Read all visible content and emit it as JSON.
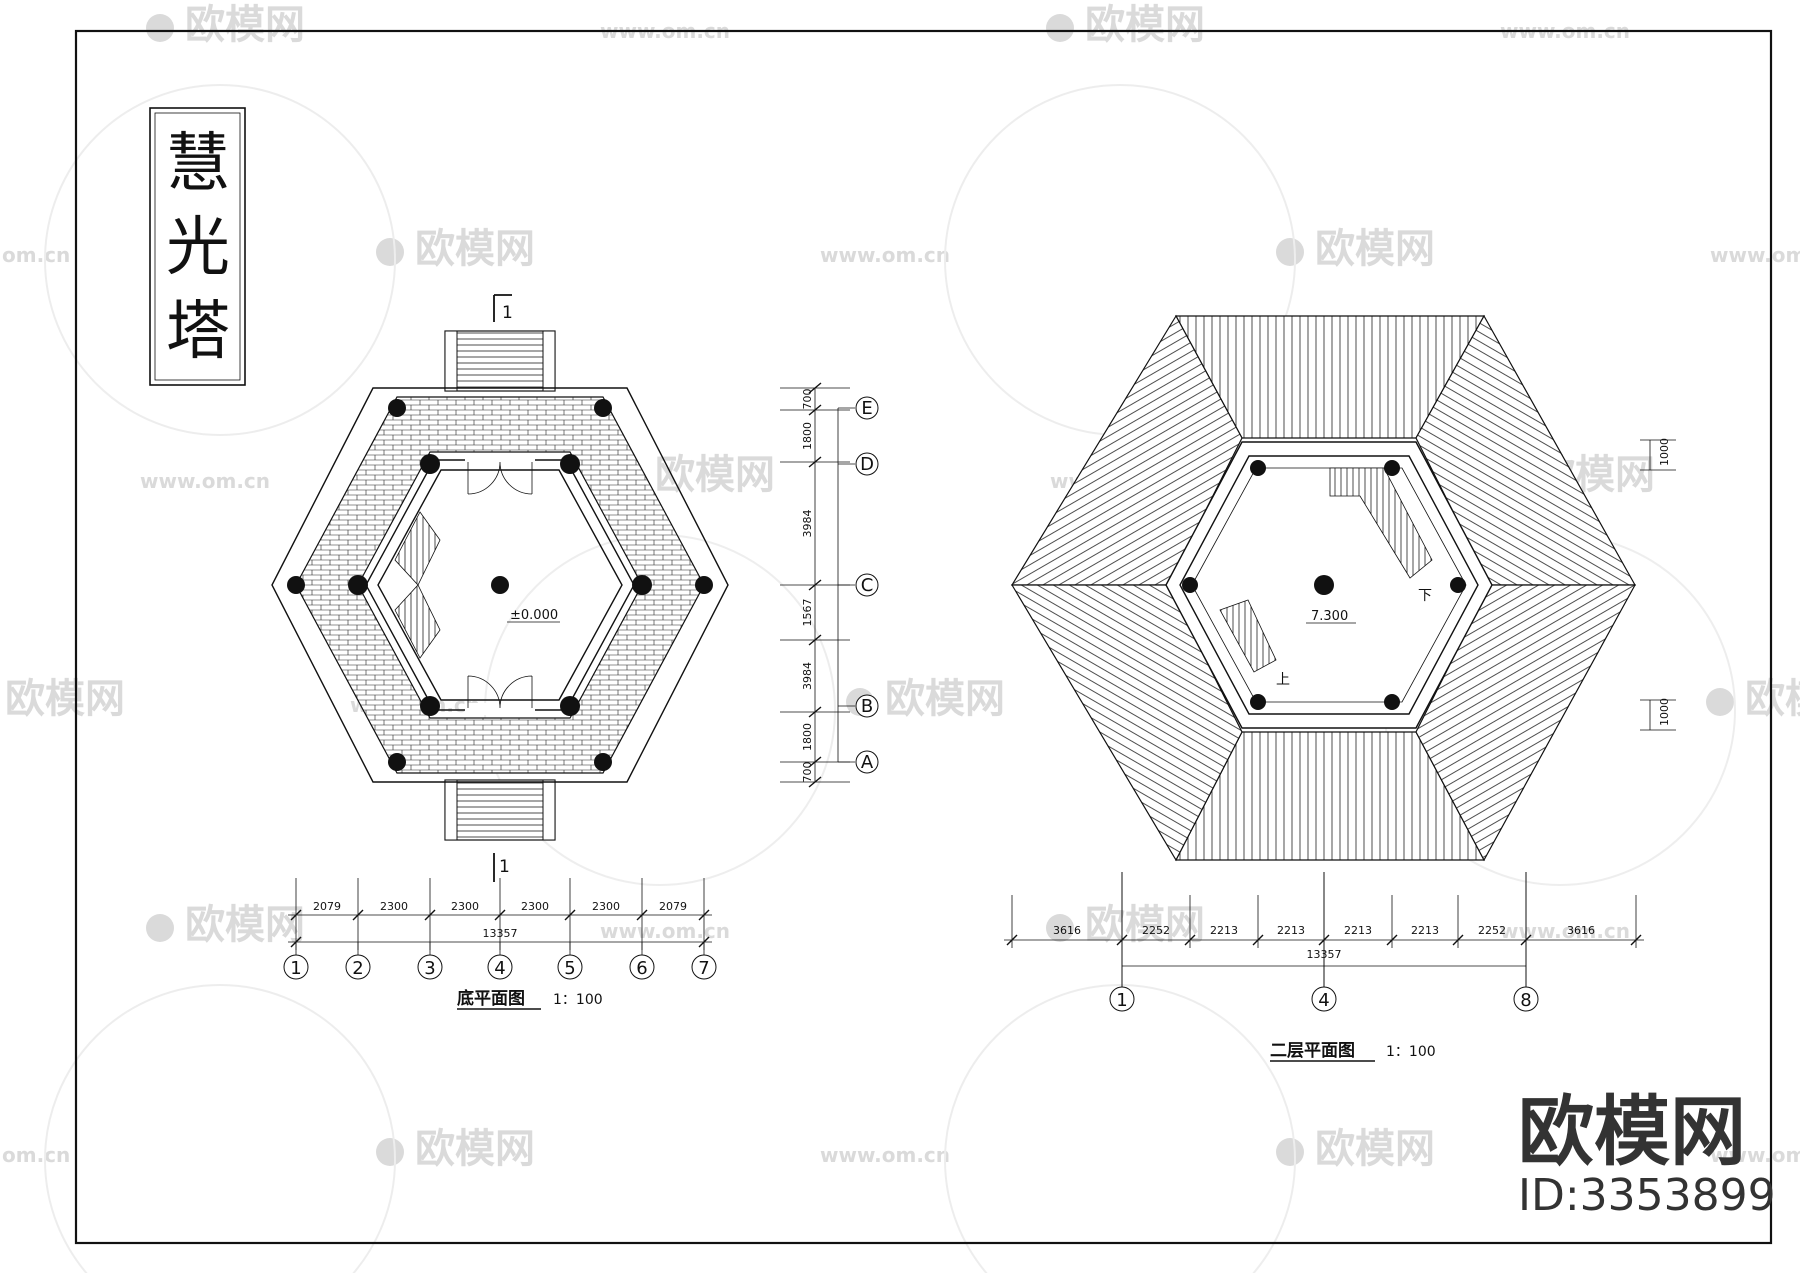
{
  "drawing": {
    "title": "慧光塔",
    "ground_plan": {
      "caption": "底平面图",
      "scale": "1：100",
      "elevation": "±0.000",
      "section_marks": [
        "1",
        "1"
      ],
      "dims_x": [
        "2079",
        "2300",
        "2300",
        "2300",
        "2300",
        "2079"
      ],
      "total_x": "13357",
      "axes_x": [
        "1",
        "2",
        "3",
        "4",
        "5",
        "6",
        "7"
      ],
      "dims_y": [
        "700",
        "1800",
        "3984",
        "1567",
        "3984",
        "1800",
        "700"
      ],
      "axes_y": [
        "E",
        "D",
        "C",
        "B",
        "A"
      ]
    },
    "second_plan": {
      "caption": "二层平面图",
      "scale": "1：100",
      "elevation": "7.300",
      "stair_up": "上",
      "stair_down": "下",
      "dims_x": [
        "3616",
        "2252",
        "2213",
        "2213",
        "2213",
        "2213",
        "2252",
        "3616"
      ],
      "total_x": "13357",
      "axes_x": [
        "1",
        "4",
        "8"
      ],
      "dims_side": [
        "1000",
        "1000"
      ]
    }
  },
  "watermark": {
    "brand": "欧模网",
    "url": "www.om.cn",
    "url_short": "om.cn",
    "id_label": "ID:3353899"
  }
}
